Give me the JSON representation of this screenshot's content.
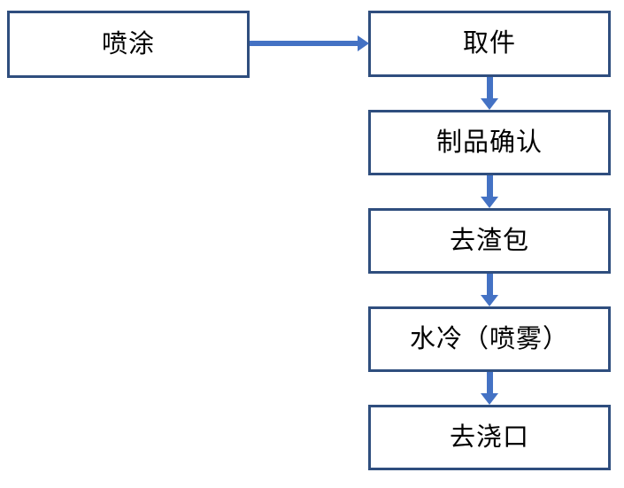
{
  "flowchart": {
    "type": "flowchart",
    "colors": {
      "box_border": "#2F4E7E",
      "box_fill": "#FFFFFF",
      "arrow": "#4472C4",
      "text": "#000000",
      "background": "#FFFFFF"
    },
    "nodes": [
      {
        "id": "spray-coating",
        "label": "喷涂"
      },
      {
        "id": "part-removal",
        "label": "取件"
      },
      {
        "id": "product-confirm",
        "label": "制品确认"
      },
      {
        "id": "slag-removal",
        "label": "去渣包"
      },
      {
        "id": "water-cooling-spray",
        "label": "水冷（喷雾）"
      },
      {
        "id": "gate-removal",
        "label": "去浇口"
      }
    ],
    "edges": [
      {
        "from": "喷涂",
        "to": "取件",
        "direction": "right"
      },
      {
        "from": "取件",
        "to": "制品确认",
        "direction": "down"
      },
      {
        "from": "制品确认",
        "to": "去渣包",
        "direction": "down"
      },
      {
        "from": "去渣包",
        "to": "水冷（喷雾）",
        "direction": "down"
      },
      {
        "from": "水冷（喷雾）",
        "to": "去浇口",
        "direction": "down"
      }
    ]
  }
}
